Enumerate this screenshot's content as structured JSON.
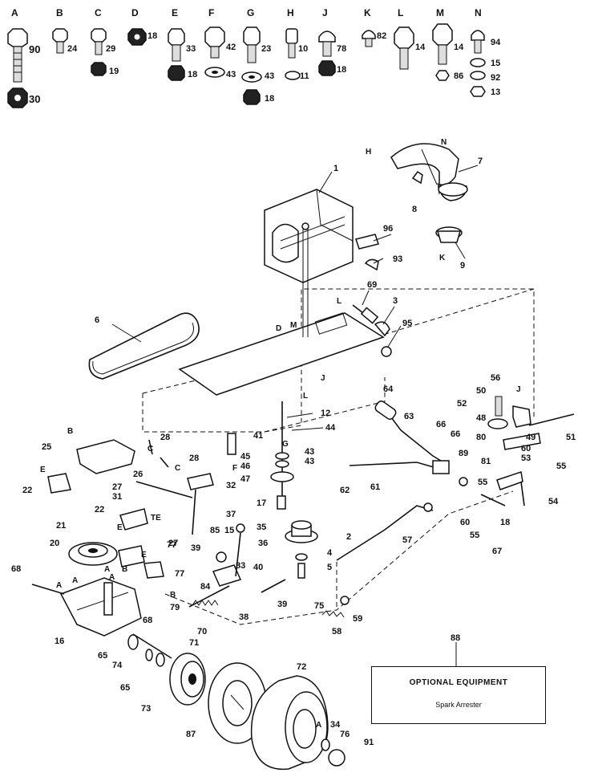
{
  "hardware_columns": [
    "A",
    "B",
    "C",
    "D",
    "E",
    "F",
    "G",
    "H",
    "J",
    "K",
    "L",
    "M",
    "N"
  ],
  "hardware_numbers": {
    "a1": "90",
    "a2": "30",
    "b1": "24",
    "c1": "29",
    "c2": "19",
    "d1": "18",
    "e1": "33",
    "e2": "18",
    "f1": "42",
    "f2": "43",
    "g1": "23",
    "g2": "43",
    "g3": "18",
    "h1": "10",
    "h2": "11",
    "j1": "78",
    "j2": "18",
    "k1": "82",
    "l1": "14",
    "m1": "14",
    "m2": "86",
    "n1": "94",
    "n2": "15",
    "n3": "92",
    "n4": "13"
  },
  "callouts": {
    "p1": "1",
    "p2": "2",
    "p3": "3",
    "p4": "4",
    "p5": "5",
    "p6": "6",
    "p7": "7",
    "p8": "8",
    "p9": "9",
    "p12": "12",
    "p15": "15",
    "p16": "16",
    "p17": "17",
    "p18": "18",
    "p20": "20",
    "p21": "21",
    "p22a": "22",
    "p22b": "22",
    "p25": "25",
    "p26": "26",
    "p27a": "27",
    "p27b": "27",
    "p28a": "28",
    "p28b": "28",
    "p31": "31",
    "p32": "32",
    "p34": "34",
    "p35": "35",
    "p36": "36",
    "p37": "37",
    "p38": "38",
    "p39a": "39",
    "p39b": "39",
    "p40": "40",
    "p41": "41",
    "p43a": "43",
    "p43b": "43",
    "p44": "44",
    "p45": "45",
    "p46": "46",
    "p47": "47",
    "p48": "48",
    "p49": "49",
    "p50": "50",
    "p51": "51",
    "p52": "52",
    "p53": "53",
    "p54": "54",
    "p55a": "55",
    "p55b": "55",
    "p55c": "55",
    "p56": "56",
    "p57": "57",
    "p58": "58",
    "p59": "59",
    "p60a": "60",
    "p60b": "60",
    "p61": "61",
    "p62": "62",
    "p63": "63",
    "p64": "64",
    "p65a": "65",
    "p65b": "65",
    "p66a": "66",
    "p66b": "66",
    "p67": "67",
    "p68a": "68",
    "p68b": "68",
    "p69": "69",
    "p70": "70",
    "p71": "71",
    "p72": "72",
    "p73": "73",
    "p74": "74",
    "p75": "75",
    "p76": "76",
    "p77a": "77",
    "p77b": "77",
    "p79": "79",
    "p80": "80",
    "p81": "81",
    "p83": "83",
    "p84": "84",
    "p85": "85",
    "p87": "87",
    "p88": "88",
    "p89": "89",
    "p91": "91",
    "p93": "93",
    "p95": "95",
    "p96": "96"
  },
  "letter_refs": {
    "h": "H",
    "n": "N",
    "k": "K",
    "m": "M",
    "l1": "L",
    "l2": "L",
    "d": "D",
    "c1": "C",
    "c2": "C",
    "g": "G",
    "f": "F",
    "j1": "J",
    "j2": "J",
    "e1": "E",
    "e2": "E",
    "e3": "E",
    "te": "TE",
    "a1": "A",
    "a2": "A",
    "a3": "A",
    "a4": "A",
    "a5": "A",
    "b1": "B",
    "b2": "B",
    "b3": "B"
  },
  "optional_equipment": {
    "title": "OPTIONAL EQUIPMENT",
    "item": "Spark Arrester"
  }
}
